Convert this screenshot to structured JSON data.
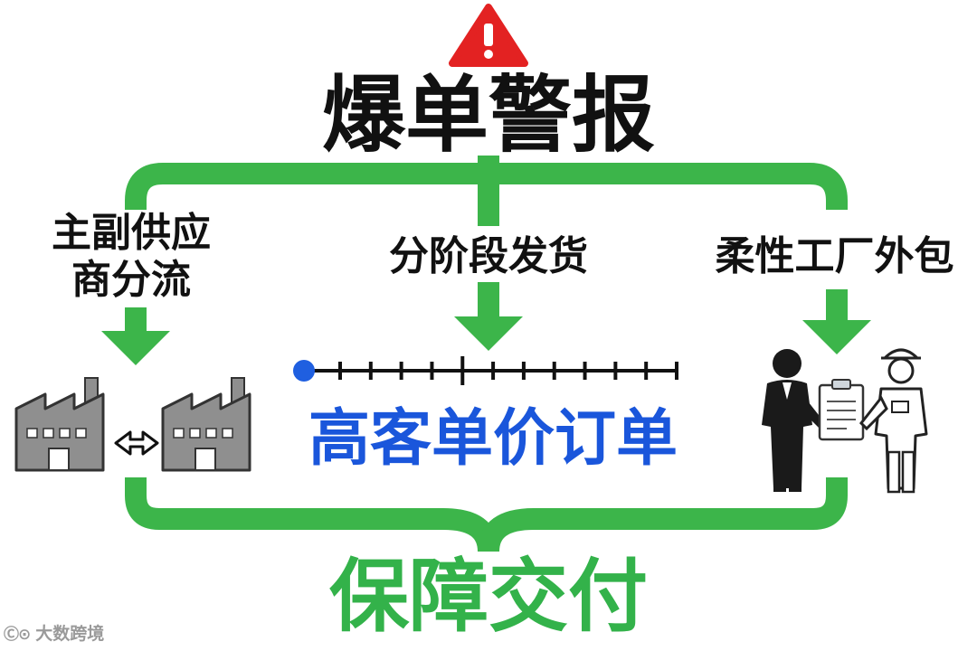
{
  "title": "爆单警报",
  "branches": [
    {
      "label_lines": [
        "主副供应",
        "商分流"
      ]
    },
    {
      "label_lines": [
        "分阶段发货"
      ]
    },
    {
      "label_lines": [
        "柔性工厂外包"
      ]
    }
  ],
  "middle_label": "高客单价订单",
  "bottom_label": "保障交付",
  "watermark": "大数跨境",
  "timeline": {
    "ticks": 12
  },
  "icons": [
    "warning-icon",
    "factory-icon",
    "double-arrow-icon",
    "timeline-icon",
    "businessman-icon",
    "clipboard-icon",
    "worker-icon"
  ],
  "colors": {
    "flow": "#3cb54a",
    "warning": "#e32222",
    "timeline": "#1f5fe0",
    "middle_text": "#1a56db",
    "bottom_text": "#33b24a",
    "factory": "#8f8f8f"
  }
}
